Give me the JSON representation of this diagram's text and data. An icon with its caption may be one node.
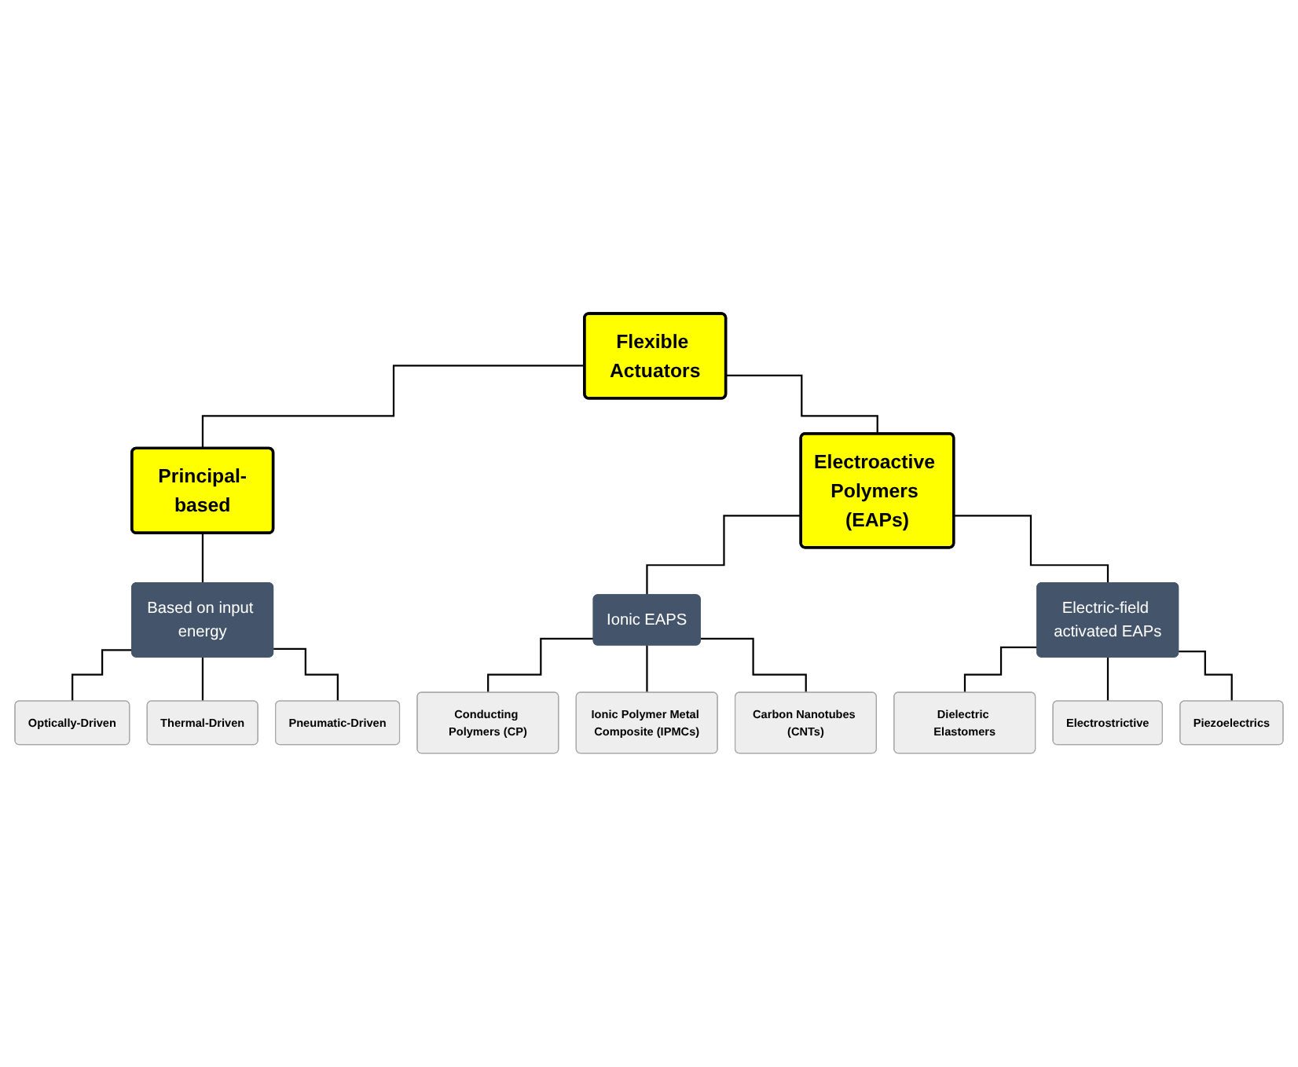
{
  "diagram": {
    "nodes": [
      {
        "text": [
          "Flexible Actuators"
        ]
      },
      {
        "text": [
          "Principal-based"
        ]
      },
      {
        "text": [
          "Electroactive Polymers (EAPs)"
        ]
      },
      {
        "text": [
          "Based on input energy"
        ]
      },
      {
        "text": [
          "Optically-Driven"
        ]
      },
      {
        "text": [
          "Thermal-Driven"
        ]
      },
      {
        "text": [
          "Pneumatic-Driven"
        ]
      },
      {
        "text": [
          "Ionic EAPS"
        ]
      },
      {
        "text": [
          "Conducting Polymers (CP)"
        ]
      },
      {
        "text": [
          "Ionic Polymer Metal Composite (IPMCs)"
        ]
      },
      {
        "text": [
          "Carbon Nanotubes (CNTs)"
        ]
      },
      {
        "text": [
          "Electric-field activated EAPs"
        ]
      },
      {
        "text": [
          "Dielectric Elastomers"
        ]
      },
      {
        "text": [
          "Electrostrictive"
        ]
      },
      {
        "text": [
          "Piezoelectrics"
        ]
      }
    ],
    "edges": [
      {
        "from": 0,
        "to": 1,
        "arrow": "none"
      },
      {
        "from": 0,
        "to": 2,
        "arrow": "none"
      },
      {
        "from": 1,
        "to": 3,
        "arrow": "none"
      },
      {
        "from": 2,
        "to": 7,
        "arrow": "none"
      },
      {
        "from": 2,
        "to": 11,
        "arrow": "none"
      },
      {
        "from": 3,
        "to": 4,
        "arrow": "none"
      },
      {
        "from": 3,
        "to": 5,
        "arrow": "none"
      },
      {
        "from": 3,
        "to": 6,
        "arrow": "none"
      },
      {
        "from": 7,
        "to": 8,
        "arrow": "none"
      },
      {
        "from": 7,
        "to": 9,
        "arrow": "none"
      },
      {
        "from": 7,
        "to": 10,
        "arrow": "none"
      },
      {
        "from": 11,
        "to": 12,
        "arrow": "none"
      },
      {
        "from": 11,
        "to": 13,
        "arrow": "none"
      },
      {
        "from": 11,
        "to": 14,
        "arrow": "none"
      }
    ]
  }
}
